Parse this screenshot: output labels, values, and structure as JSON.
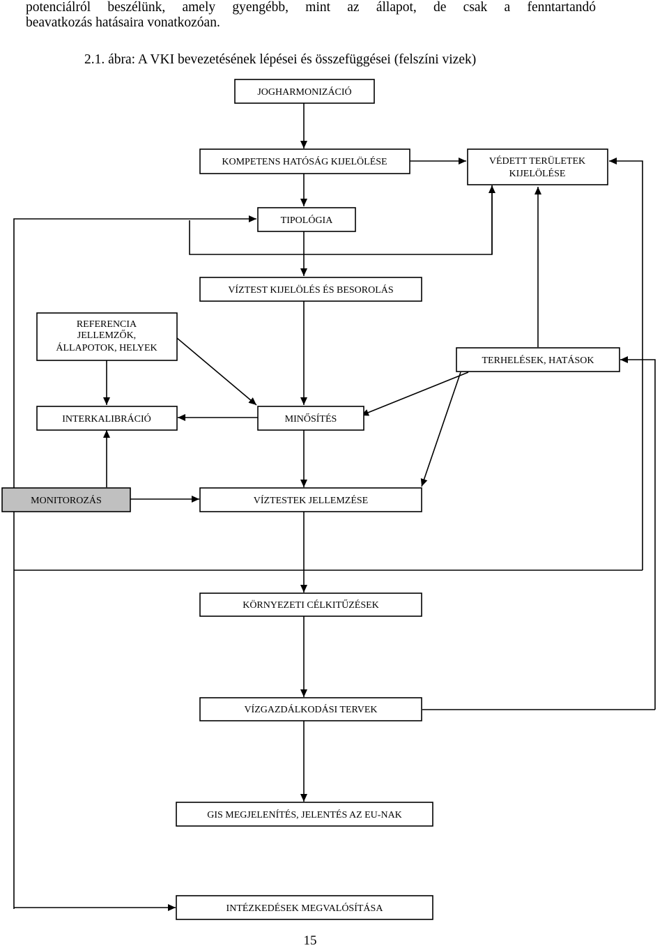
{
  "intro": {
    "line1": "potenciálról beszélünk, amely gyengébb, mint az állapot, de csak a fenntartandó",
    "line2": "beavatkozás hatásaira vonatkozóan."
  },
  "caption": "2.1. ábra: A VKI bevezetésének lépései és összefüggései (felszíni vizek)",
  "nodes": {
    "jogharmonizacio": "JOGHARMONIZÁCIÓ",
    "kompetens": "KOMPETENS HATÓSÁG KIJELÖLÉSE",
    "vedett": [
      "VÉDETT TERÜLETEK",
      "KIJELÖLÉSE"
    ],
    "tipologia": "TIPOLÓGIA",
    "viztest": "VÍZTEST KIJELÖLÉS ÉS BESOROLÁS",
    "referencia": [
      "REFERENCIA",
      "JELLEMZŐK,",
      "ÁLLAPOTOK, HELYEK"
    ],
    "terhelesek": "TERHELÉSEK, HATÁSOK",
    "interkalibracio": "INTERKALIBRÁCIÓ",
    "minosites": "MINŐSÍTÉS",
    "monitorozas": "MONITOROZÁS",
    "viztestek_jellemzese": "VÍZTESTEK JELLEMZÉSE",
    "kornyezeti": "KÖRNYEZETI CÉLKITŰZÉSEK",
    "vizgazdalkodasi": "VÍZGAZDÁLKODÁSI TERVEK",
    "gis": "GIS MEGJELENÍTÉS, JELENTÉS AZ EU-NAK",
    "intezkedesek": "INTÉZKEDÉSEK MEGVALÓSÍTÁSA"
  },
  "colors": {
    "monitorozas_fill": "#c0c0c0",
    "box_fill": "#ffffff",
    "stroke": "#000000"
  },
  "page_number": "15"
}
